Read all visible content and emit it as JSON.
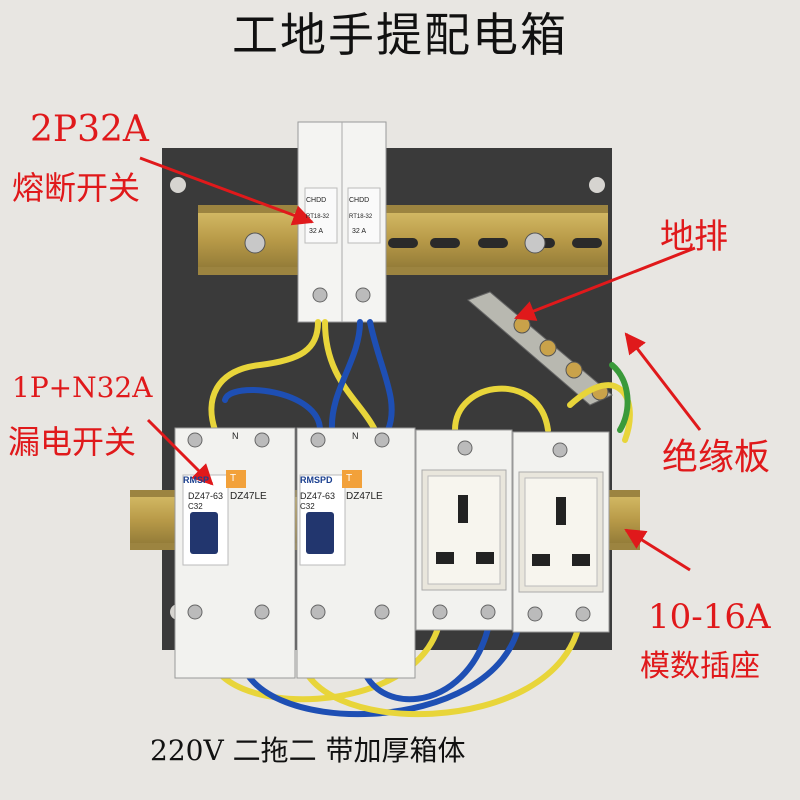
{
  "title": "工地手提配电箱",
  "caption": "220V 二拖二 带加厚箱体",
  "callouts": {
    "fuse_switch": {
      "rating": "2P32A",
      "name": "熔断开关"
    },
    "leakage_breaker": {
      "rating": "1P+N32A",
      "name": "漏电开关"
    },
    "ground_bar": {
      "name": "地排"
    },
    "insulation_board": {
      "name": "绝缘板"
    },
    "sockets": {
      "rating": "10-16A",
      "name": "模数插座"
    }
  },
  "device_text": {
    "fuse_brand": "CHDD",
    "fuse_model": "RT18-32",
    "fuse_current": "32 A",
    "breaker_brand_left": "RMSP",
    "breaker_brand_right": "RMSPD",
    "breaker_model_a": "DZ47-63",
    "breaker_model_b": "DZ47LE",
    "breaker_curve": "C32",
    "terminal_n": "N",
    "terminal_t": "T"
  },
  "colors": {
    "annotation_red": "#e0191b",
    "board": "#3a3a3a",
    "wire_yellow": "#e8d53a",
    "wire_blue": "#1e4fb4"
  }
}
